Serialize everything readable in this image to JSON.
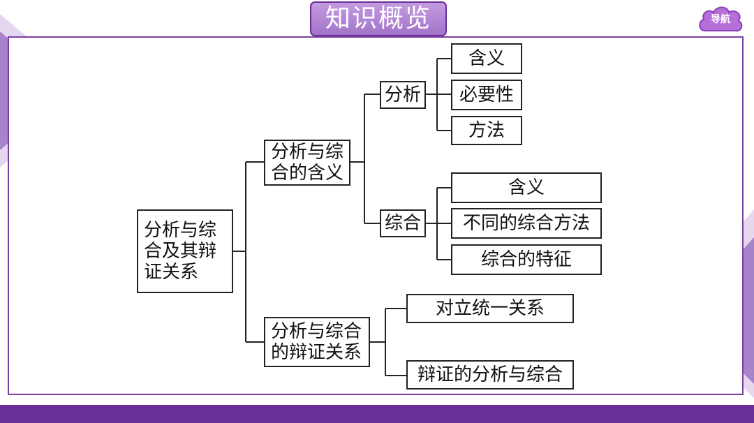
{
  "header": {
    "title": "知识概览"
  },
  "nav": {
    "label": "导航"
  },
  "colors": {
    "accent": "#6a2e99",
    "light_accent": "#c39be0",
    "node_border": "#222222"
  },
  "diagram": {
    "root": "分析与综\n合及其辩\n证关系",
    "branch_meaning": "分析与综\n合的含义",
    "branch_dialectic": "分析与综合\n的辩证关系",
    "analysis": "分析",
    "analysis_meaning": "含义",
    "analysis_necessity": "必要性",
    "analysis_method": "方法",
    "synthesis": "综合",
    "synthesis_meaning": "含义",
    "synthesis_methods": "不同的综合方法",
    "synthesis_features": "综合的特征",
    "unity": "对立统一关系",
    "dialectical": "辩证的分析与综合"
  }
}
